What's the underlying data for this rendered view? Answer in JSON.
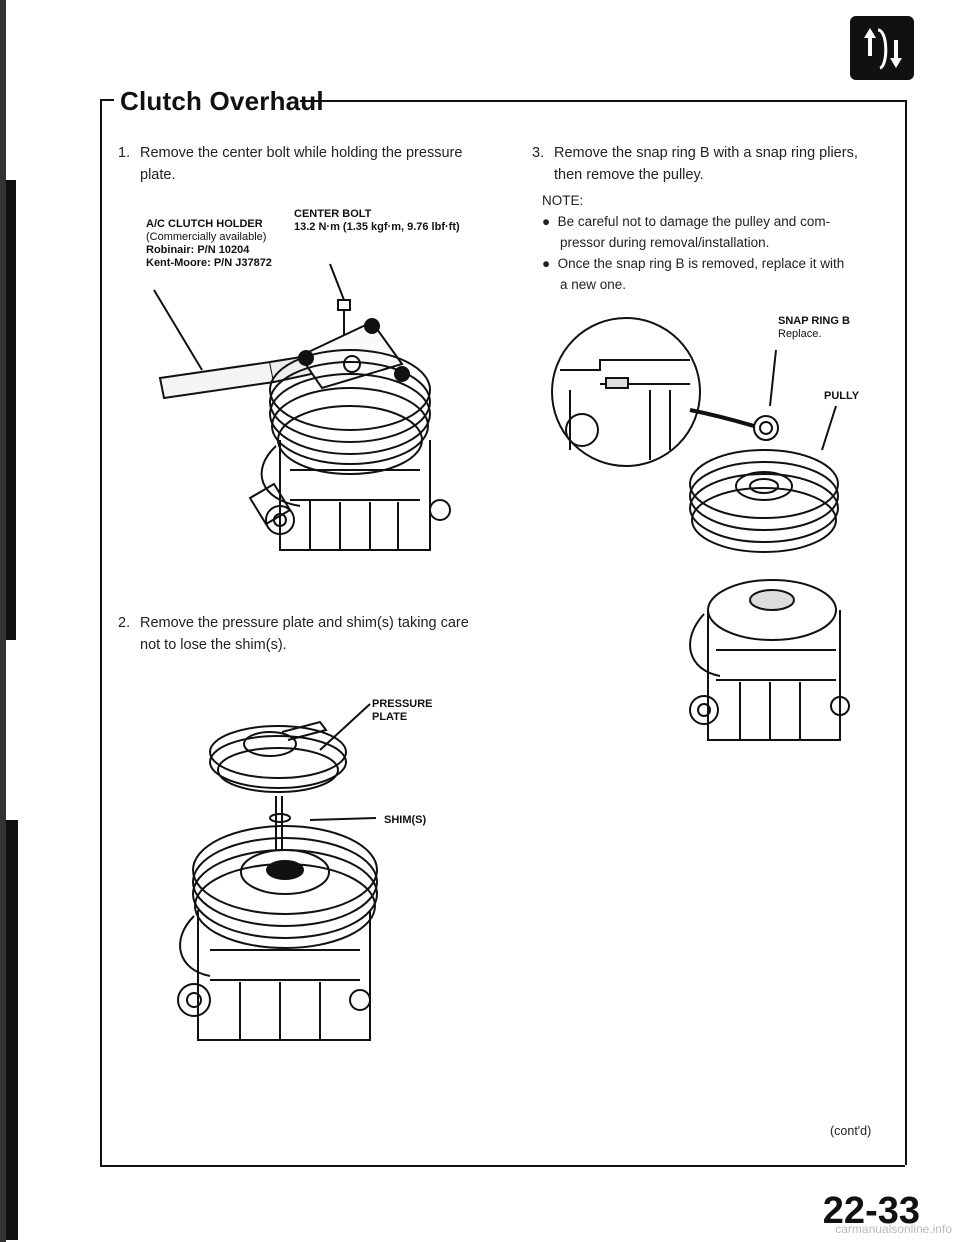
{
  "header": {
    "title": "Clutch Overhaul"
  },
  "left_column": {
    "step1": {
      "number": "1.",
      "line1": "Remove the center bolt while holding the pressure",
      "line2": "plate."
    },
    "figure1": {
      "holder_label": "A/C CLUTCH HOLDER",
      "holder_sub": "(Commercially available)",
      "robinair": "Robinair:   P/N 10204",
      "kentmoore": "Kent-Moore: P/N J37872",
      "bolt_label": "CENTER BOLT",
      "bolt_torque": "13.2 N·m (1.35 kgf·m, 9.76 lbf·ft)"
    },
    "step2": {
      "number": "2.",
      "line1": "Remove the pressure plate and shim(s) taking care",
      "line2": "not to lose the shim(s)."
    },
    "figure2": {
      "pressure_plate_1": "PRESSURE",
      "pressure_plate_2": "PLATE",
      "shims": "SHIM(S)"
    }
  },
  "right_column": {
    "step3": {
      "number": "3.",
      "line1": "Remove the snap ring B with a snap ring pliers,",
      "line2": "then remove the pulley."
    },
    "note_heading": "NOTE:",
    "notes": [
      "Be careful not to damage the pulley and com-",
      "pressor during removal/installation.",
      "Once the snap ring B is removed, replace it with",
      "a new one."
    ],
    "figure3": {
      "snap_ring": "SNAP RING B",
      "snap_ring_sub": "Replace.",
      "pulley": "PULLY"
    },
    "continued": "(cont'd)"
  },
  "footer": {
    "page_number": "22-33",
    "watermark": "carmanualsonline.info"
  }
}
